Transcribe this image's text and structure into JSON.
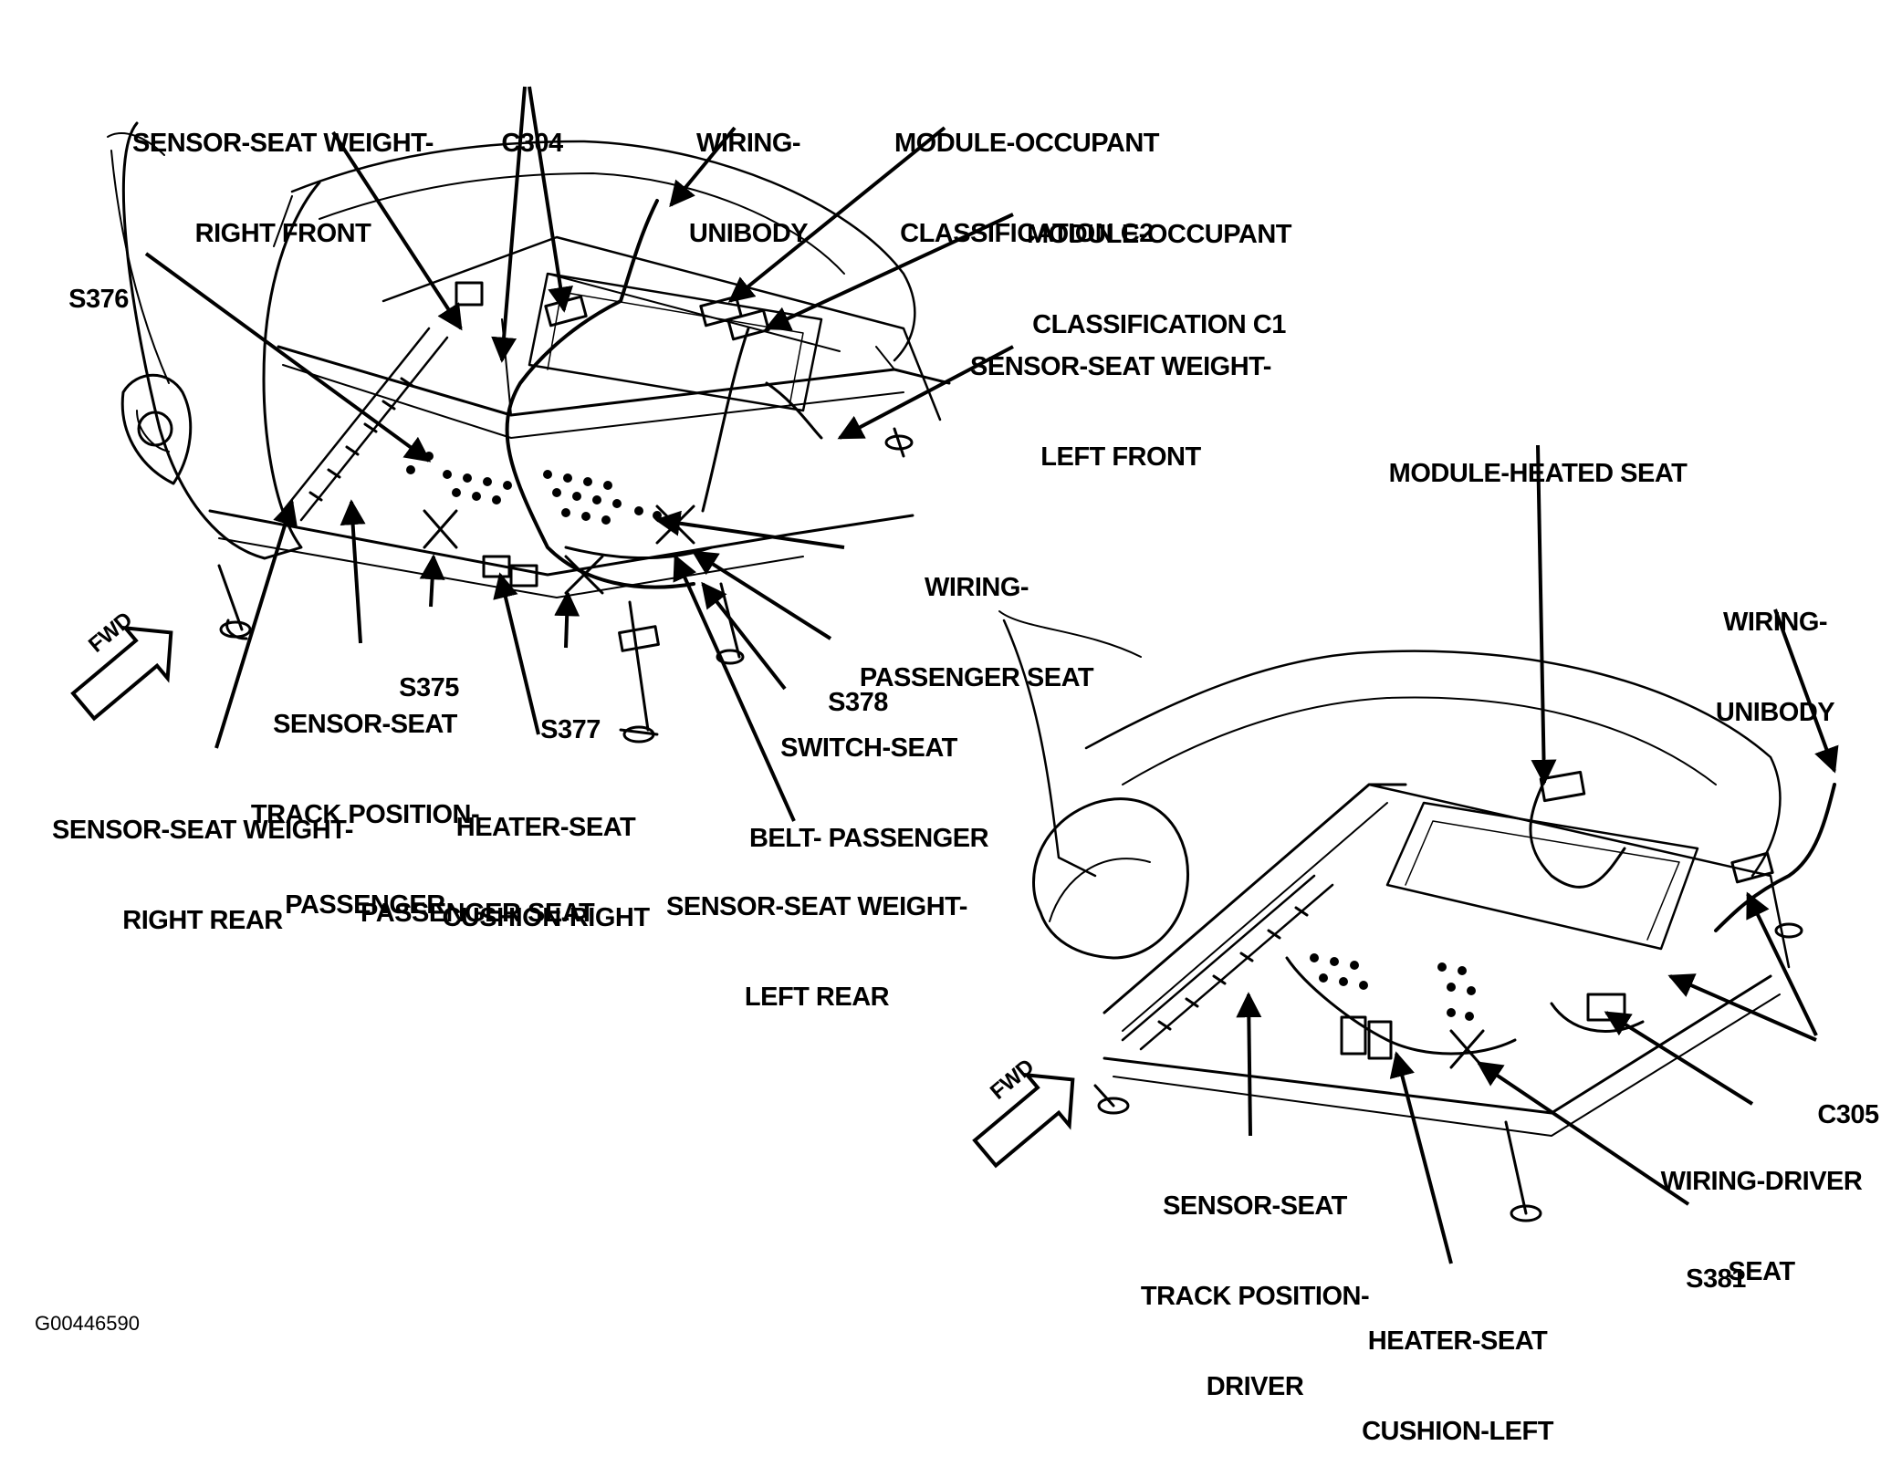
{
  "figure_id": "G00446590",
  "passenger_seat": {
    "caption": "PASSENGER SEAT",
    "fwd_label": "FWD",
    "labels": {
      "sensor_weight_right_front": [
        "SENSOR-SEAT WEIGHT-",
        "RIGHT FRONT"
      ],
      "c304": [
        "C304"
      ],
      "wiring_unibody": [
        "WIRING-",
        "UNIBODY"
      ],
      "module_occupant_c2": [
        "MODULE-OCCUPANT",
        "CLASSIFICATION C2"
      ],
      "module_occupant_c1": [
        "MODULE-OCCUPANT",
        "CLASSIFICATION C1"
      ],
      "s376": [
        "S376"
      ],
      "sensor_weight_left_front": [
        "SENSOR-SEAT WEIGHT-",
        "LEFT FRONT"
      ],
      "wiring_passenger_seat": [
        "WIRING-",
        "PASSENGER SEAT"
      ],
      "s375": [
        "S375"
      ],
      "s377": [
        "S377"
      ],
      "s378": [
        "S378"
      ],
      "sensor_track_passenger": [
        "SENSOR-SEAT",
        "TRACK POSITION-",
        "PASSENGER"
      ],
      "switch_belt_passenger": [
        "SWITCH-SEAT",
        "BELT- PASSENGER"
      ],
      "sensor_weight_right_rear": [
        "SENSOR-SEAT WEIGHT-",
        "RIGHT REAR"
      ],
      "heater_cushion_right": [
        "HEATER-SEAT",
        "CUSHION-RIGHT"
      ],
      "sensor_weight_left_rear": [
        "SENSOR-SEAT WEIGHT-",
        "LEFT REAR"
      ]
    }
  },
  "driver_seat": {
    "fwd_label": "FWD",
    "labels": {
      "module_heated_seat": [
        "MODULE-HEATED SEAT"
      ],
      "wiring_unibody": [
        "WIRING-",
        "UNIBODY"
      ],
      "c305": [
        "C305"
      ],
      "wiring_driver_seat": [
        "WIRING-DRIVER",
        "SEAT"
      ],
      "s381": [
        "S381"
      ],
      "sensor_track_driver": [
        "SENSOR-SEAT",
        "TRACK POSITION-",
        "DRIVER"
      ],
      "heater_cushion_left": [
        "HEATER-SEAT",
        "CUSHION-LEFT"
      ]
    }
  }
}
